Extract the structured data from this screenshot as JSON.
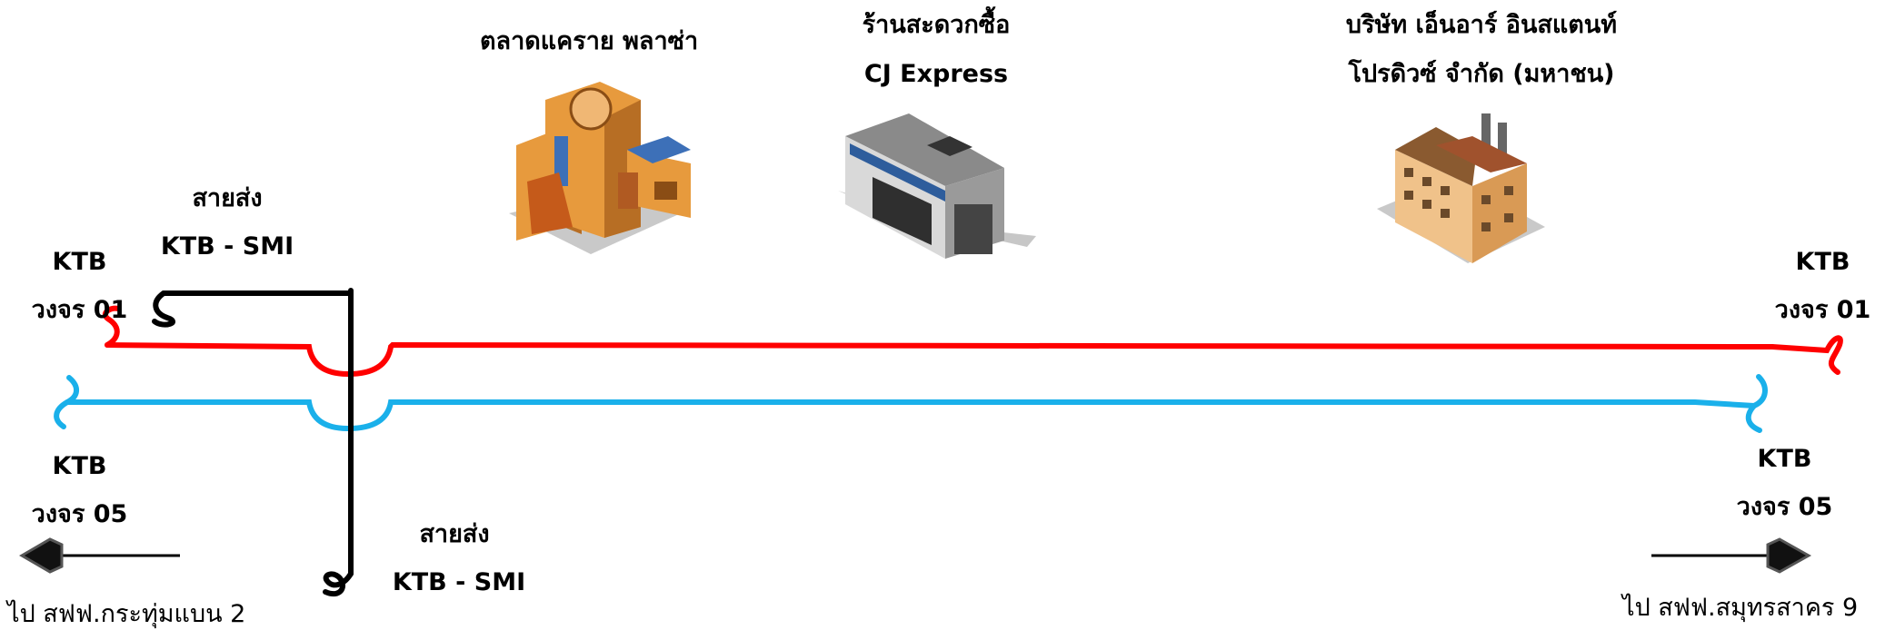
{
  "places": {
    "market": "ตลาดแคราย พลาซ่า",
    "store_line1": "ร้านสะดวกซื้อ",
    "store_line2": "CJ Express",
    "company_line1": "บริษัท เอ็นอาร์ อินสแตนท์",
    "company_line2": "โปรดิวซ์ จำกัด (มหาชน)"
  },
  "lines": {
    "smi_top_line1": "สายส่ง",
    "smi_top_line2": "KTB - SMI",
    "smi_bottom_line1": "สายส่ง",
    "smi_bottom_line2": "KTB - SMI",
    "left_01_line1": "KTB",
    "left_01_line2": "วงจร 01",
    "right_01_line1": "KTB",
    "right_01_line2": "วงจร 01",
    "left_05_line1": "KTB",
    "left_05_line2": "วงจร 05",
    "right_05_line1": "KTB",
    "right_05_line2": "วงจร 05"
  },
  "destinations": {
    "left": "ไป สฟฟ.กระทุ่มแบน 2",
    "right": "ไป สฟฟ.สมุทรสาคร 9"
  },
  "colors": {
    "circuit_01": "#ff0000",
    "circuit_05": "#1ab0ea",
    "smi": "#000000"
  },
  "icons": [
    "market-building-icon",
    "convenience-store-icon",
    "factory-icon",
    "left-arrow-icon",
    "right-arrow-icon"
  ]
}
